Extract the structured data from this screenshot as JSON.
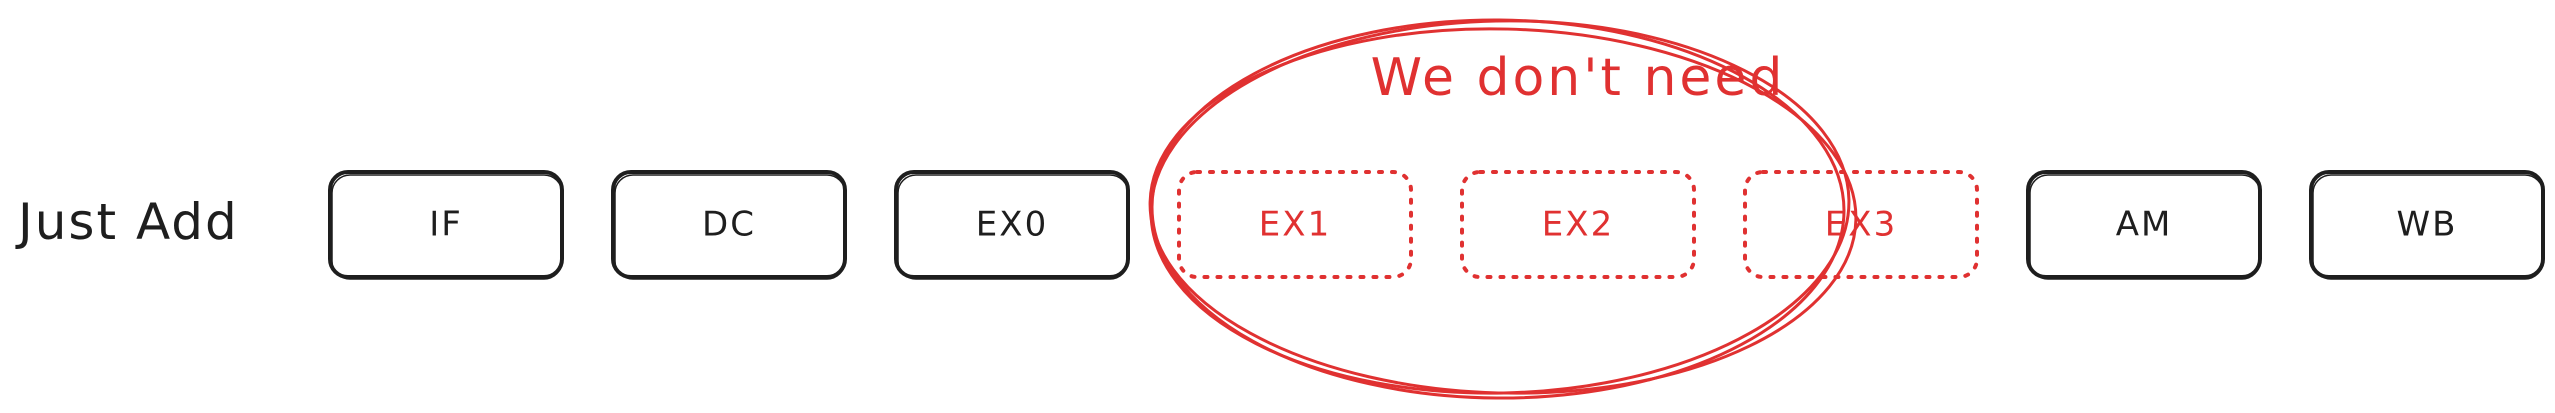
{
  "colors": {
    "ink": "#1e1e1e",
    "accent": "#e03131"
  },
  "row_label": "Just Add",
  "annotation": "We don't need",
  "stages": [
    {
      "label": "IF",
      "needed": true
    },
    {
      "label": "DC",
      "needed": true
    },
    {
      "label": "EX0",
      "needed": true
    },
    {
      "label": "EX1",
      "needed": false
    },
    {
      "label": "EX2",
      "needed": false
    },
    {
      "label": "EX3",
      "needed": false
    },
    {
      "label": "AM",
      "needed": true
    },
    {
      "label": "WB",
      "needed": true
    }
  ]
}
